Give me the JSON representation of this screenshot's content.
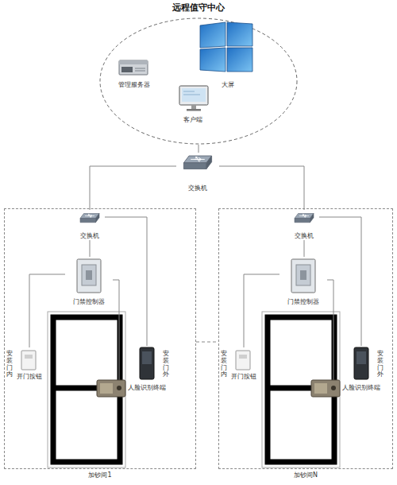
{
  "diagram": {
    "nodes": [
      {
        "text": [
          "远程值守中心"
        ]
      },
      {
        "text": [
          "管理服务器"
        ],
        "in": 0
      },
      {
        "text": [
          "大屏"
        ],
        "in": 0
      },
      {
        "text": [
          "客户端"
        ],
        "in": 0
      },
      {
        "text": [
          "交换机"
        ]
      },
      {
        "text": [
          "加钞间1"
        ]
      },
      {
        "text": [
          "交换机"
        ],
        "in": 5
      },
      {
        "text": [
          "门禁控制器"
        ],
        "in": 5
      },
      {
        "text": [
          "开门按钮"
        ],
        "in": 5
      },
      {
        "text": [
          "人脸识别终端"
        ],
        "in": 5
      },
      {
        "text": [
          "加钞间N"
        ]
      },
      {
        "text": [
          "交换机"
        ],
        "in": 10
      },
      {
        "text": [
          "门禁控制器"
        ],
        "in": 10
      },
      {
        "text": [
          "开门按钮"
        ],
        "in": 10
      },
      {
        "text": [
          "人脸识别终端"
        ],
        "in": 10
      }
    ],
    "edges": [
      {
        "from": 0,
        "to": 4,
        "arrow": "none"
      },
      {
        "from": 4,
        "to": 6,
        "arrow": "none"
      },
      {
        "from": 4,
        "to": 11,
        "arrow": "none"
      },
      {
        "from": 6,
        "to": 7,
        "arrow": "none"
      },
      {
        "from": 6,
        "to": 9,
        "arrow": "none"
      },
      {
        "from": 7,
        "to": 8,
        "arrow": "none"
      },
      {
        "from": 5,
        "to": 10,
        "arrow": "none"
      },
      {
        "from": 11,
        "to": 12,
        "arrow": "none"
      },
      {
        "from": 11,
        "to": 14,
        "arrow": "none"
      },
      {
        "from": 12,
        "to": 13,
        "arrow": "none"
      }
    ],
    "labels": [
      "安装门内",
      "安装门外",
      "安装门内",
      "安装门外"
    ]
  }
}
